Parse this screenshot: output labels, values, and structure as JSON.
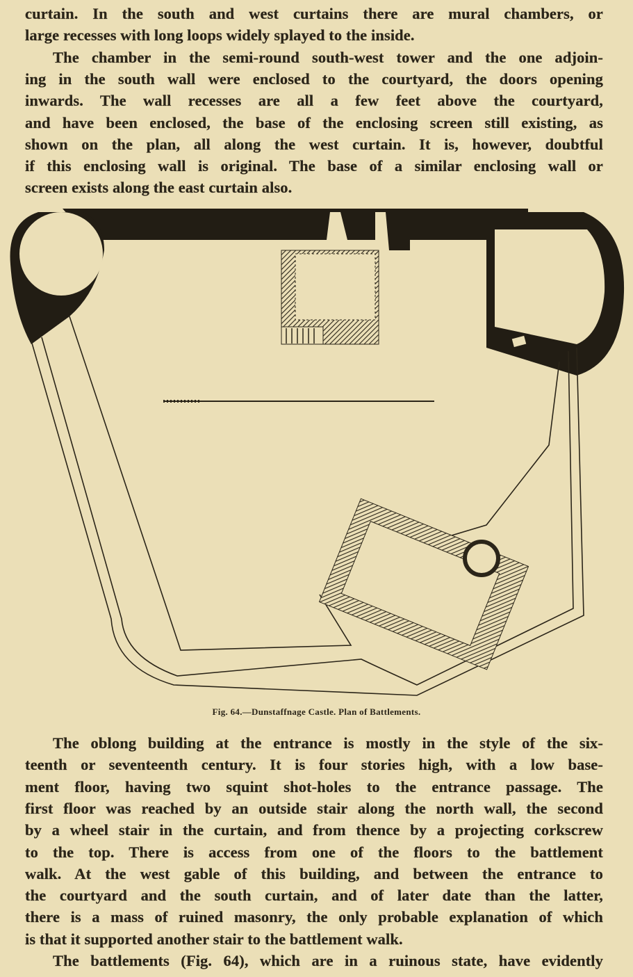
{
  "top_paragraph": [
    {
      "text": "curtain.  In the south and west curtains there are mural chambers, or",
      "indent": false,
      "last": false
    },
    {
      "text": "large recesses with long loops widely splayed to the inside.",
      "indent": false,
      "last": true
    },
    {
      "text": "The chamber in the semi-round south-west tower and the one adjoin-",
      "indent": true,
      "last": false
    },
    {
      "text": "ing in the south wall were enclosed to the courtyard, the doors opening",
      "indent": false,
      "last": false
    },
    {
      "text": "inwards.  The wall recesses are all a few feet above the courtyard,",
      "indent": false,
      "last": false
    },
    {
      "text": "and have been enclosed, the base of the enclosing screen still existing, as",
      "indent": false,
      "last": false
    },
    {
      "text": "shown on the plan, all along the west curtain.  It is, however, doubtful",
      "indent": false,
      "last": false
    },
    {
      "text": "if this enclosing wall is original.  The base of a similar enclosing wall or",
      "indent": false,
      "last": false
    },
    {
      "text": "screen exists along the east curtain also.",
      "indent": false,
      "last": true
    }
  ],
  "figure": {
    "caption": "Fig. 64.—Dunstaffnage Castle.  Plan of Battlements."
  },
  "bottom_paragraph": [
    {
      "text": "The oblong building at the entrance is mostly in the style of the six-",
      "indent": true,
      "last": false
    },
    {
      "text": "teenth or seventeenth century.  It is four stories high, with a low base-",
      "indent": false,
      "last": false
    },
    {
      "text": "ment floor, having two squint shot-holes to the entrance passage.  The",
      "indent": false,
      "last": false
    },
    {
      "text": "first floor was reached by an outside stair along the north wall, the second",
      "indent": false,
      "last": false
    },
    {
      "text": "by a wheel stair in the curtain, and from thence by a projecting corkscrew",
      "indent": false,
      "last": false
    },
    {
      "text": "to the top.  There is access from one of the floors to the battlement",
      "indent": false,
      "last": false
    },
    {
      "text": "walk.  At the west gable of this building, and between the entrance to",
      "indent": false,
      "last": false
    },
    {
      "text": "the courtyard and the south curtain, and of later date than the latter,",
      "indent": false,
      "last": false
    },
    {
      "text": "there is a mass of ruined masonry, the only probable explanation of which",
      "indent": false,
      "last": false
    },
    {
      "text": "is that it supported another stair to the battlement walk.",
      "indent": false,
      "last": true
    },
    {
      "text": "The battlements (Fig. 64), which are in a ruinous state, have evidently",
      "indent": true,
      "last": false
    }
  ]
}
